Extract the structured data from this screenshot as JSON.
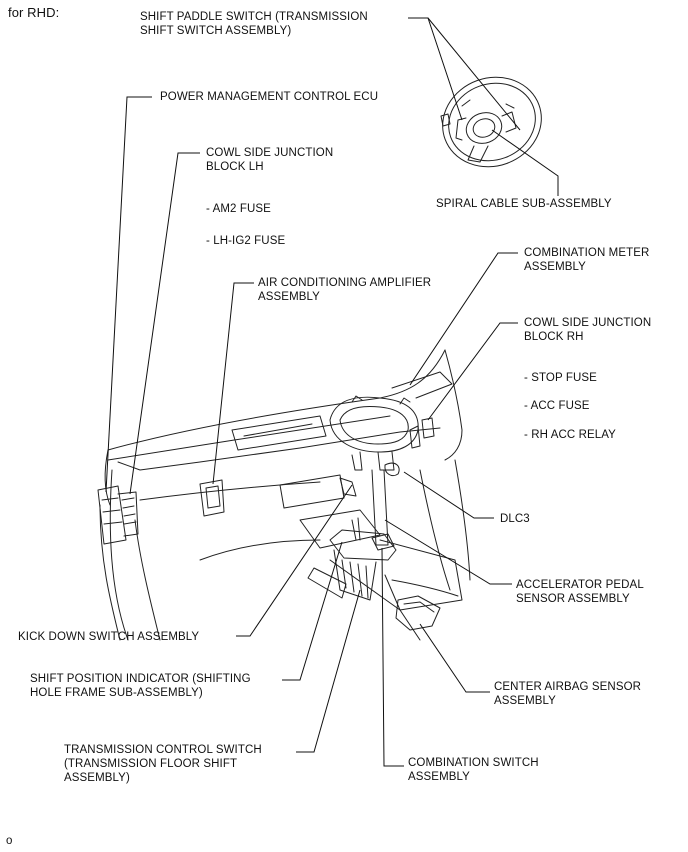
{
  "title": "for RHD:",
  "footer_mark": "o",
  "labels": {
    "shift_paddle": "SHIFT PADDLE SWITCH (TRANSMISSION\nSHIFT SWITCH ASSEMBLY)",
    "power_mgmt": "POWER MANAGEMENT CONTROL ECU",
    "cowl_lh": "COWL SIDE JUNCTION\nBLOCK LH",
    "am2_fuse": "- AM2 FUSE",
    "lh_ig2_fuse": "- LH-IG2 FUSE",
    "spiral_cable": "SPIRAL CABLE SUB-ASSEMBLY",
    "combination_meter": "COMBINATION METER\nASSEMBLY",
    "air_cond": "AIR CONDITIONING AMPLIFIER\nASSEMBLY",
    "cowl_rh": "COWL SIDE JUNCTION\nBLOCK RH",
    "stop_fuse": "- STOP FUSE",
    "acc_fuse": "- ACC FUSE",
    "rh_acc_relay": "- RH ACC RELAY",
    "dlc3": "DLC3",
    "accel_pedal": "ACCELERATOR PEDAL\nSENSOR ASSEMBLY",
    "kick_down": "KICK DOWN SWITCH ASSEMBLY",
    "shift_position": "SHIFT POSITION INDICATOR (SHIFTING\nHOLE FRAME SUB-ASSEMBLY)",
    "center_airbag": "CENTER AIRBAG SENSOR\nASSEMBLY",
    "transmission_control": "TRANSMISSION CONTROL SWITCH\n(TRANSMISSION FLOOR SHIFT\nASSEMBLY)",
    "combination_switch": "COMBINATION SWITCH\nASSEMBLY"
  }
}
